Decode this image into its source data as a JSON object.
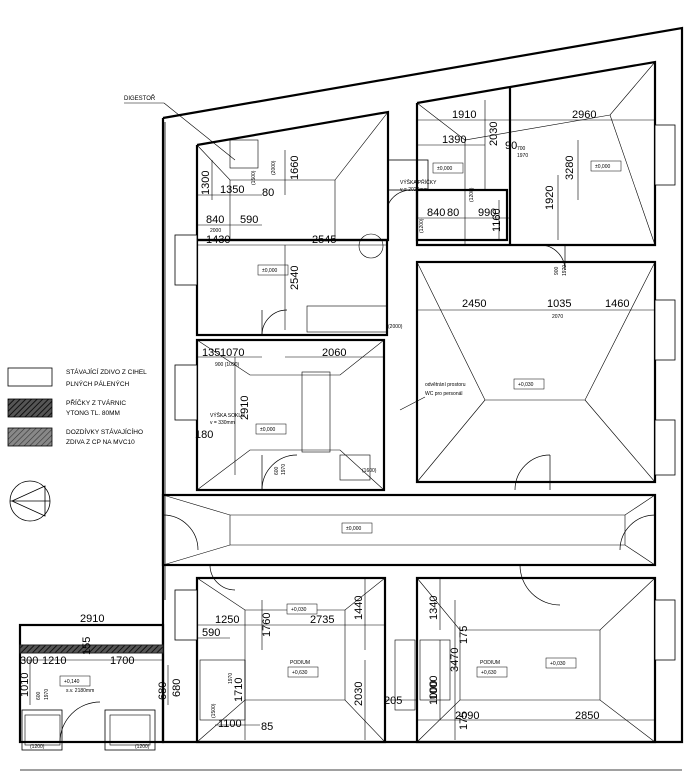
{
  "legend": [
    {
      "line1": "STÁVAJÍCÍ ZDIVO Z CIHEL",
      "line2": "PLNÝCH PÁLENÝCH",
      "style": "outline"
    },
    {
      "line1": "PŘÍČKY Z TVÁRNIC",
      "line2": "YTONG TL. 80MM",
      "style": "hatch-dark"
    },
    {
      "line1": "DOZDÍVKY STÁVAJÍCÍHO",
      "line2": "ZDIVA Z CP NA MVC10",
      "style": "hatch-light"
    }
  ],
  "annotations": {
    "digestor": "DIGESTOŘ",
    "vyska_pricky": "VÝŠKA PŘÍČKY",
    "vyska_pricky_val": "v = 2020mm",
    "vyska_soklu": "VÝŠKA SOKLU",
    "vyska_soklu_val": "v = 330mm",
    "odvetrani_1": "odvětrání prostoru",
    "odvetrani_2": "WC pro personál",
    "podium": "PODIUM",
    "sv": "s.v. 2180mm"
  },
  "levels": {
    "l1": "±0,000",
    "l2": "±0,000",
    "l3": "±0,000",
    "l4": "±0,000",
    "l5": "+0,030",
    "l6": "±0,000",
    "l7": "+0,030",
    "l8": "+0,630",
    "l9": "+0,630",
    "l10": "+0,030",
    "l11": "+0,140"
  },
  "dims": {
    "d1910": "1910",
    "d2960": "2960",
    "d1390": "1390",
    "d2030": "2030",
    "d90": "90",
    "d1300": "1300",
    "d1350": "1350",
    "d80a": "80",
    "d1660": "1660",
    "d3280": "3280",
    "d840a": "840",
    "d590a": "590",
    "d1430": "1430",
    "d2545": "2545",
    "d1920": "1920",
    "d840b": "840",
    "d80b": "80",
    "d990": "990",
    "d1160": "1160",
    "d2540": "2540",
    "d2450": "2450",
    "d1035": "1035",
    "d1460": "1460",
    "d2070": "2070",
    "d135": "135",
    "d1070": "1070",
    "d2060": "2060",
    "d2910a": "2910",
    "d180": "180",
    "d1250": "1250",
    "d2735": "2735",
    "d1440": "1440",
    "d590b": "590",
    "d1760": "1760",
    "d1340": "1340",
    "d175a": "175",
    "d3470": "3470",
    "d1000a": "1000",
    "d175b": "175",
    "d2910b": "2910",
    "d300": "300",
    "d1210": "1210",
    "d155": "155",
    "d1700": "1700",
    "d1010": "1010",
    "d680a": "680",
    "d680b": "680",
    "d1710": "1710",
    "d2030b": "2030",
    "d205": "205",
    "d2090": "2090",
    "d2850": "2850",
    "d1100": "1100",
    "d85": "85",
    "d1000b": "1000",
    "s700": "700",
    "s1970a": "1970",
    "s1500": "(1500)",
    "s2000a": "(2000)",
    "s2000b": "2000",
    "s1200a": "(1200)",
    "s1600": "(1600)",
    "s600": "600",
    "s1970b": "1970",
    "s900": "900",
    "s1970c": "1970",
    "s2000c": "(2000)",
    "s9001090": "900 (1090)",
    "s1200b": "(1200)",
    "s1200c": "(1200)",
    "s600b": "600",
    "s1970d": "1970",
    "s1500b": "(1500)",
    "s1970e": "1970",
    "s1200d": "(1200)"
  }
}
